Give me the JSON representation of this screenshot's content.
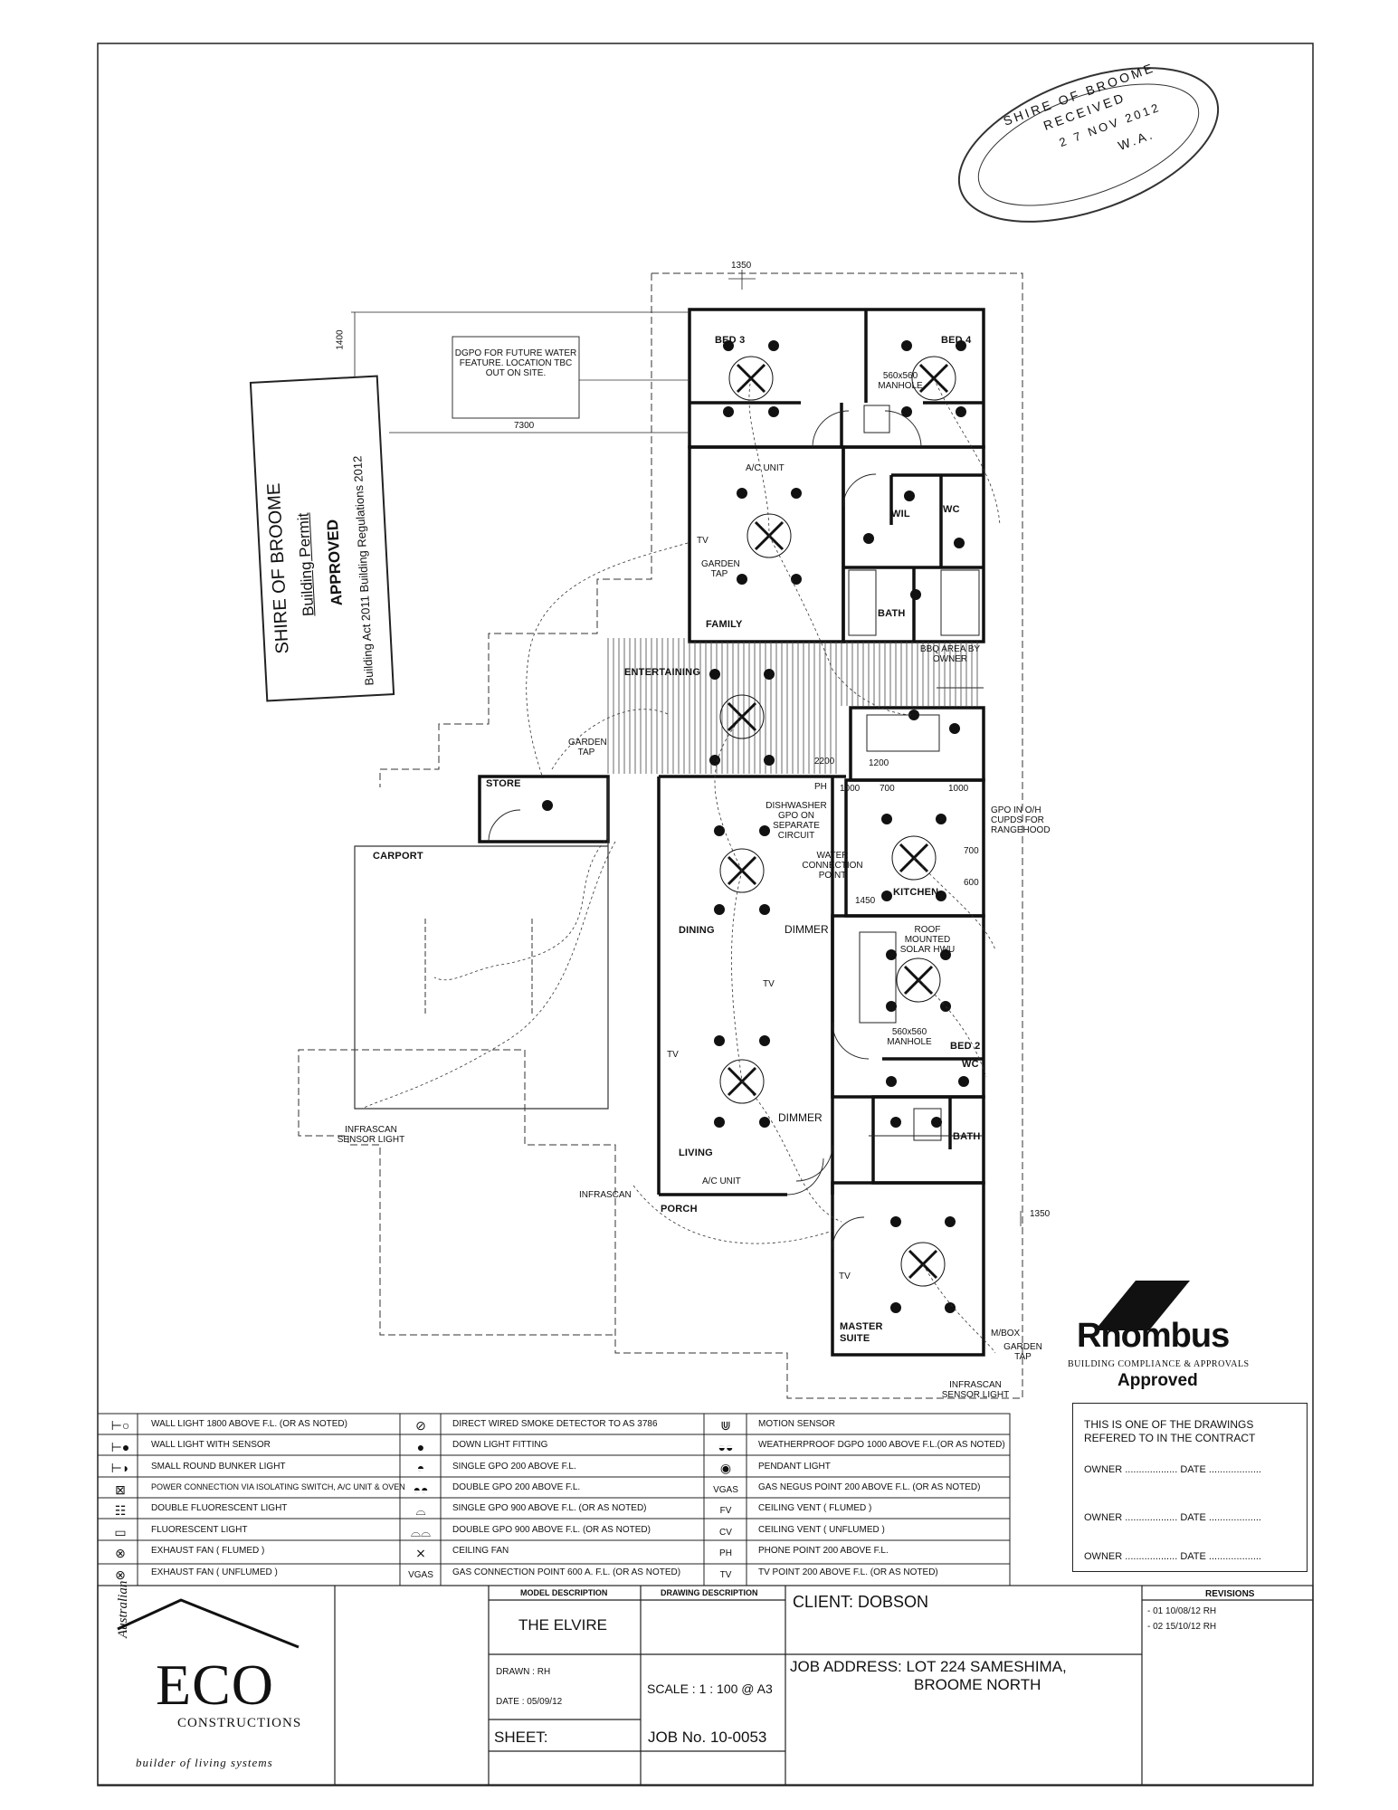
{
  "stamps": {
    "received": {
      "line1": "SHIRE OF BROOME",
      "line2": "RECEIVED",
      "date": "2 7 NOV 2012",
      "state": "W.A."
    },
    "approved": {
      "title": "SHIRE OF BROOME",
      "subtitle": "Building Permit",
      "status": "APPROVED",
      "act": "Building Act 2011 Building Regulations 2012"
    }
  },
  "rooms": {
    "bed3": "BED 3",
    "bed4": "BED 4",
    "family": "FAMILY",
    "wil": "WIL",
    "wc1": "WC",
    "bath1": "BATH",
    "entertaining": "ENTERTAINING",
    "store": "STORE",
    "carport": "CARPORT",
    "dining": "DINING",
    "kitchen": "KITCHEN",
    "bed2": "BED 2",
    "wc2": "WC",
    "bath2": "BATH",
    "living": "LIVING",
    "porch": "PORCH",
    "master": "MASTER SUITE"
  },
  "notes": {
    "dgpo": "DGPO FOR FUTURE WATER FEATURE. LOCATION TBC OUT ON SITE.",
    "manhole1": "560x560 MANHOLE",
    "manhole2": "560x560 MANHOLE",
    "dishwasher": "DISHWASHER GPO ON SEPARATE CIRCUIT",
    "water": "WATER CONNECTION POINT",
    "gpo_range": "GPO IN O/H CUPDS FOR RANGEHOOD",
    "solar": "ROOF MOUNTED SOLAR HWU",
    "bbq": "BBQ AREA BY OWNER",
    "garden_tap1": "GARDEN TAP",
    "garden_tap2": "GARDEN TAP",
    "garden_tap3": "GARDEN TAP",
    "infrascan1": "INFRASCAN SENSOR LIGHT",
    "infrascan2": "INFRASCAN",
    "infrascan3": "INFRASCAN SENSOR LIGHT",
    "mbox": "M/BOX",
    "ac": "A/C UNIT",
    "tv": "TV",
    "dimmer": "DIMMER",
    "ph": "PH"
  },
  "dimensions": {
    "d1350a": "1350",
    "d1400": "1400",
    "d7300": "7300",
    "d1350b": "1350",
    "d2200": "2200",
    "d1200": "1200",
    "d1000a": "1000",
    "d1000b": "1000",
    "d700a": "700",
    "d700b": "700",
    "d600": "600",
    "d1450": "1450"
  },
  "legend": {
    "col1": [
      "WALL LIGHT 1800 ABOVE F.L. (OR AS NOTED)",
      "WALL LIGHT WITH SENSOR",
      "SMALL ROUND BUNKER LIGHT",
      "POWER CONNECTION VIA ISOLATING SWITCH, A/C UNIT & OVEN",
      "DOUBLE FLUORESCENT LIGHT",
      "FLUORESCENT LIGHT",
      "EXHAUST FAN ( FLUMED )",
      "EXHAUST FAN ( UNFLUMED )"
    ],
    "col2": [
      "DIRECT WIRED SMOKE DETECTOR TO AS 3786",
      "DOWN LIGHT FITTING",
      "SINGLE GPO 200 ABOVE F.L.",
      "DOUBLE GPO 200 ABOVE F.L.",
      "SINGLE GPO 900 ABOVE F.L. (OR AS NOTED)",
      "DOUBLE GPO 900 ABOVE F.L. (OR AS NOTED)",
      "CEILING FAN",
      "GAS CONNECTION POINT 600 A. F.L. (OR AS NOTED)"
    ],
    "col3": [
      "MOTION SENSOR",
      "WEATHERPROOF DGPO 1000 ABOVE F.L.(OR AS NOTED)",
      "PENDANT LIGHT",
      "GAS NEGUS POINT 200 ABOVE F.L. (OR AS NOTED)",
      "CEILING VENT ( FLUMED )",
      "CEILING VENT ( UNFLUMED )",
      "PHONE POINT 200 ABOVE F.L.",
      "TV POINT 200 ABOVE F.L. (OR AS NOTED)"
    ],
    "sym2": [
      "VGAS"
    ],
    "sym3": [
      "VGAS",
      "FV",
      "CV",
      "PH",
      "TV"
    ]
  },
  "certifier": {
    "name": "Rhombus",
    "tagline": "BUILDING COMPLIANCE & APPROVALS",
    "status": "Approved"
  },
  "contract": {
    "line1": "THIS IS ONE OF THE DRAWINGS",
    "line2": "REFERED TO IN THE CONTRACT",
    "owner1": "OWNER ................... DATE ...................",
    "owner2": "OWNER ................... DATE ...................",
    "owner3": "OWNER ................... DATE ..................."
  },
  "title_block": {
    "logo_top": "Australian",
    "logo_main": "ECO",
    "logo_sub": "CONSTRUCTIONS",
    "logo_tagline": "builder of living systems",
    "model_hdr": "MODEL DESCRIPTION",
    "drawing_hdr": "DRAWING DESCRIPTION",
    "model": "THE ELVIRE",
    "drawn": "DRAWN : RH",
    "date": "DATE :  05/09/12",
    "scale": "SCALE : 1 : 100 @ A3",
    "sheet": "SHEET:",
    "job_no": "JOB No. 10-0053",
    "client": "CLIENT: DOBSON",
    "address1": "JOB ADDRESS: LOT 224 SAMESHIMA,",
    "address2": "BROOME NORTH",
    "revisions_hdr": "REVISIONS",
    "rev1": "- 01  10/08/12  RH",
    "rev2": "- 02  15/10/12  RH"
  }
}
